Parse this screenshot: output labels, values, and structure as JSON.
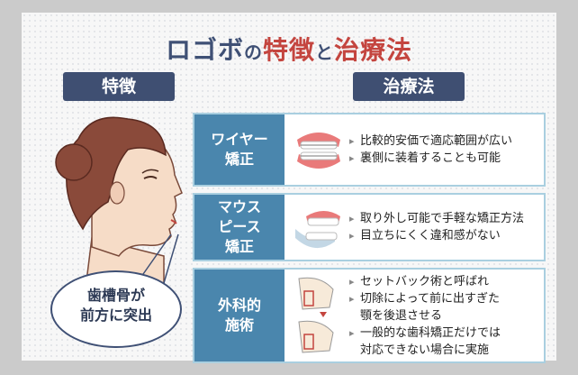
{
  "title": {
    "part1": "ロゴボ",
    "particle1": "の",
    "part2": "特徴",
    "particle2": "と",
    "part3": "治療法"
  },
  "left_label": "特徴",
  "right_label": "治療法",
  "bubble": {
    "line1": "歯槽骨が",
    "line2": "前方に突出"
  },
  "treatments": [
    {
      "head": [
        "ワイヤー",
        "矯正"
      ],
      "bullets": [
        "比較的安価で適応範囲が広い",
        "裏側に装着することも可能"
      ]
    },
    {
      "head": [
        "マウス",
        "ピース",
        "矯正"
      ],
      "bullets": [
        "取り外し可能で手軽な矯正方法",
        "目立ちにくく違和感がない"
      ]
    },
    {
      "head": [
        "外科的",
        "施術"
      ],
      "bullets": [
        "セットバック術と呼ばれ",
        "切除によって前に出すぎた",
        "顎を後退させる",
        "一般的な歯科矯正だけでは",
        "対応できない場合に実施"
      ]
    }
  ],
  "colors": {
    "navy": "#3f4f72",
    "blue": "#4a86ad",
    "red": "#c4453f",
    "border": "#a9cfe0"
  }
}
